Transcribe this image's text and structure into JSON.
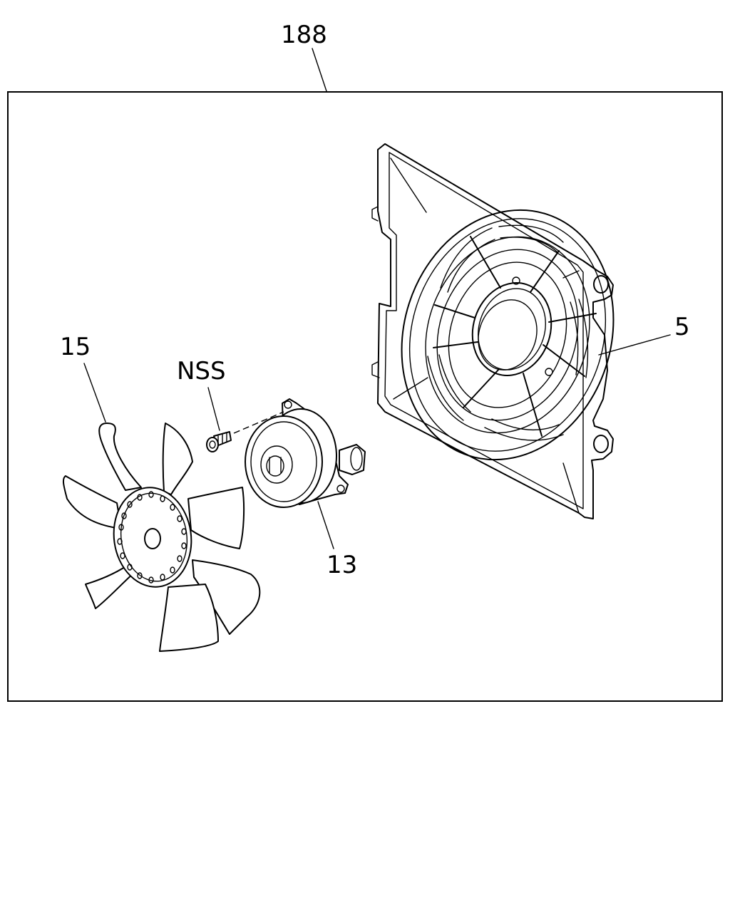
{
  "callouts": {
    "assembly": "188",
    "shroud": "5",
    "fan": "15",
    "screw": "NSS",
    "motor": "13"
  }
}
